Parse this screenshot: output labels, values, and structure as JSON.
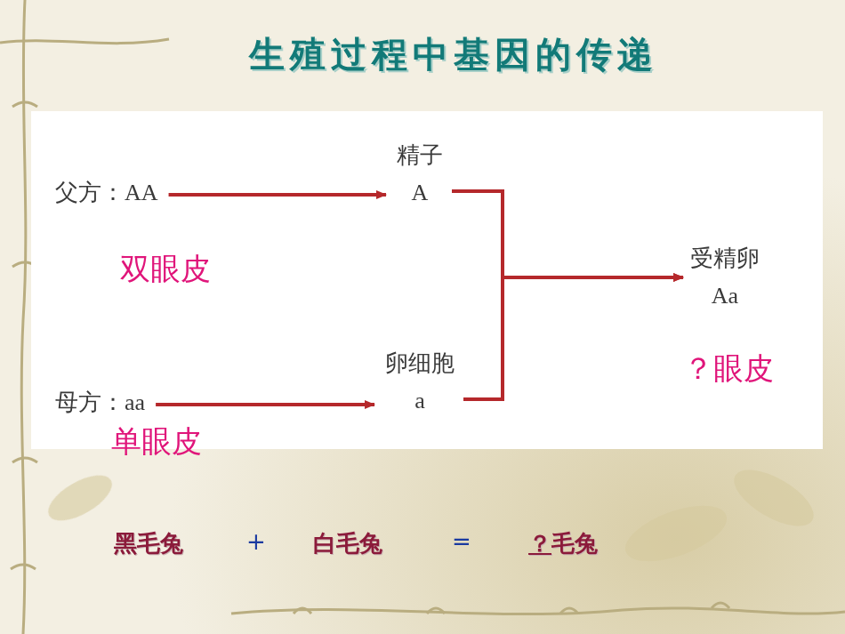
{
  "diagram": {
    "title": "生殖过程中基因的传递",
    "nodes": [
      {
        "text": [
          "父方：AA"
        ]
      },
      {
        "text": [
          "精子",
          "A"
        ]
      },
      {
        "text": [
          "受精卵",
          "Aa"
        ]
      },
      {
        "text": [
          "母方：aa"
        ]
      },
      {
        "text": [
          "卵细胞",
          "a"
        ]
      }
    ],
    "edges": [
      {
        "from": 0,
        "to": 1,
        "arrow": "to"
      },
      {
        "from": 3,
        "to": 4,
        "arrow": "to"
      },
      {
        "from": 1,
        "to": 2,
        "arrow": "to"
      },
      {
        "from": 4,
        "to": 2,
        "arrow": "to"
      }
    ],
    "labels": [
      "双眼皮",
      "单眼皮",
      "？眼皮",
      "黑毛兔",
      "+",
      "白毛兔",
      "=",
      "？",
      "毛兔"
    ]
  }
}
